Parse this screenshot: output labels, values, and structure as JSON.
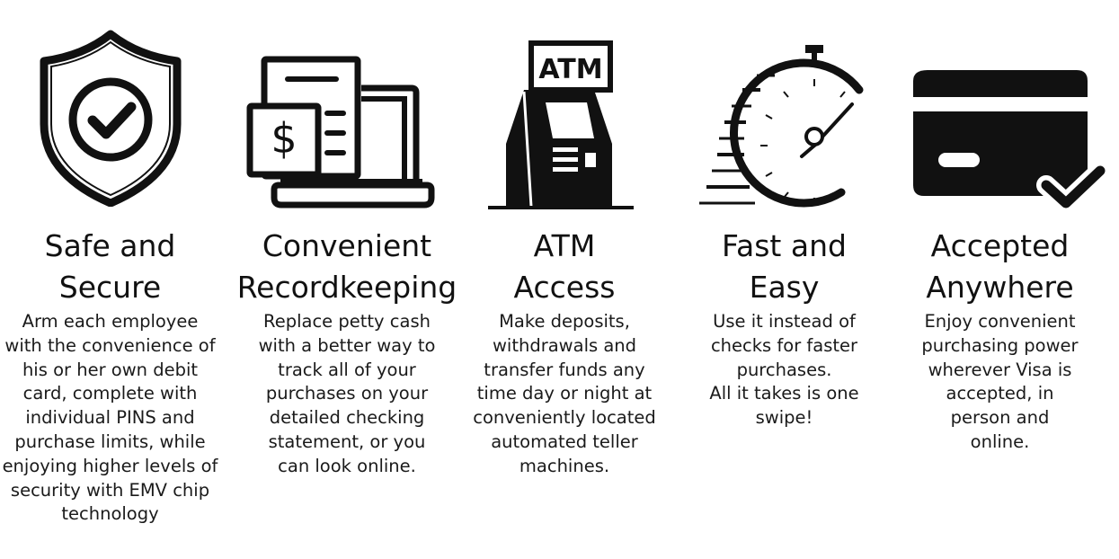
{
  "features": [
    {
      "icon": "shield-check-icon",
      "title": [
        "Safe and",
        "Secure"
      ],
      "description": [
        "Arm each employee",
        "with the convenience of",
        "his or her own debit",
        "card, complete with",
        "individual PINS and",
        "purchase limits, while",
        "enjoying higher levels of",
        "security with EMV chip",
        "technology"
      ]
    },
    {
      "icon": "recordkeeping-laptop-icon",
      "title": [
        "Convenient",
        "Recordkeeping"
      ],
      "description": [
        "Replace petty cash",
        "with a better way to",
        "track all of your",
        "purchases on your",
        "detailed checking",
        "statement, or you",
        "can look online."
      ]
    },
    {
      "icon": "atm-machine-icon",
      "icon_label": "ATM",
      "title": [
        "ATM",
        "Access"
      ],
      "description": [
        "Make deposits,",
        "withdrawals and",
        "transfer funds any",
        "time day or night at",
        "conveniently located",
        "automated teller",
        "machines."
      ]
    },
    {
      "icon": "stopwatch-speed-icon",
      "title": [
        "Fast and",
        "Easy"
      ],
      "description": [
        "Use it instead of",
        "checks for faster",
        "purchases.",
        "All it takes is one",
        "swipe!"
      ]
    },
    {
      "icon": "credit-card-check-icon",
      "title": [
        "Accepted",
        "Anywhere"
      ],
      "description": [
        "Enjoy convenient",
        "purchasing power",
        "wherever Visa is",
        "accepted, in",
        "person and",
        "online."
      ]
    }
  ],
  "colors": {
    "icon": "#111111",
    "text": "#1a1a1a",
    "background": "#ffffff"
  }
}
